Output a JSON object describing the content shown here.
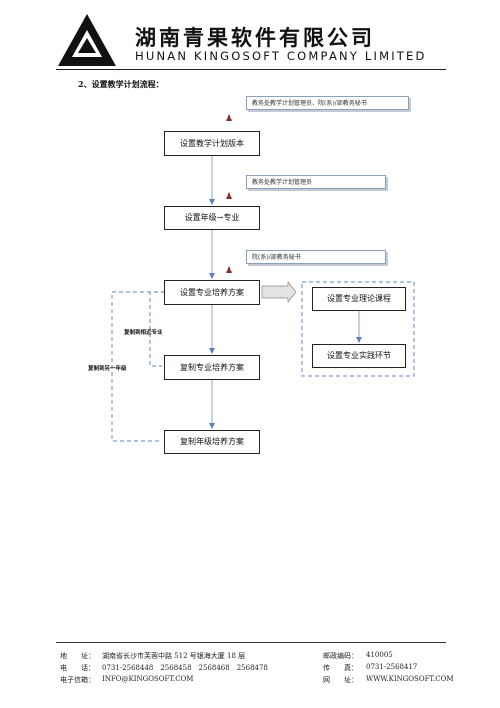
{
  "header": {
    "company_cn": "湖南青果软件有限公司",
    "company_en": "HUNAN KINGOSOFT COMPANY LIMITED"
  },
  "section_title": "2、设置教学计划流程：",
  "flow": {
    "notes": [
      "教务处教学计划管理员、院(系)/部教务秘书",
      "教务处教学计划管理员",
      "院(系)/部教务秘书"
    ],
    "steps": [
      "设置教学计划版本",
      "设置年级→专业",
      "设置专业培养方案",
      "复制专业培养方案",
      "复制年级培养方案"
    ],
    "sub_steps": [
      "设置专业理论课程",
      "设置专业实践环节"
    ],
    "branch_labels": {
      "copy_near_major": "复制到相近专业",
      "copy_next_grade": "复制到另一年级"
    }
  },
  "footer": {
    "address_label": "地　　址：",
    "address": "湖南省长沙市芙蓉中路 512 号银海大厦 18 层",
    "postcode_label": "邮政编码：",
    "postcode": "410005",
    "phone_label": "电　　话：",
    "phone": "0731-2568448　2568458　2568468　2568478",
    "fax_label": "传　　真：",
    "fax": "0731-2568417",
    "email_label": "电子信箱：",
    "email": "INFO@KINGOSOFT.COM",
    "web_label": "网　　址：",
    "web": "WWW.KINGOSOFT.COM"
  }
}
